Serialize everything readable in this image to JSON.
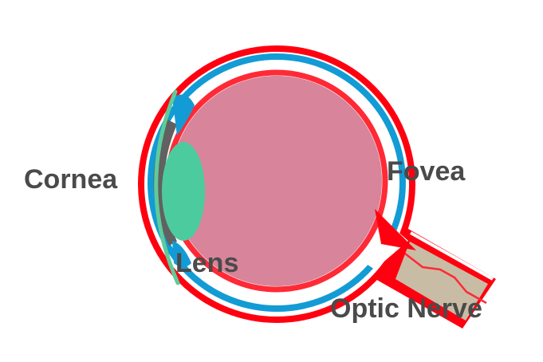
{
  "labels": {
    "cornea": "Cornea",
    "lens": "Lens",
    "fovea": "Fovea",
    "optic_nerve": "Optic Nerve"
  },
  "colors": {
    "sclera": "#ff0010",
    "choroid": "#139bd5",
    "retina": "#ff2a35",
    "vitreous": "#d8849a",
    "lens": "#4ccc9e",
    "cornea": "#5fcb9a",
    "iris": "#616161",
    "nerve_core": "#c8bca5",
    "label_text": "#4a4a4a"
  }
}
